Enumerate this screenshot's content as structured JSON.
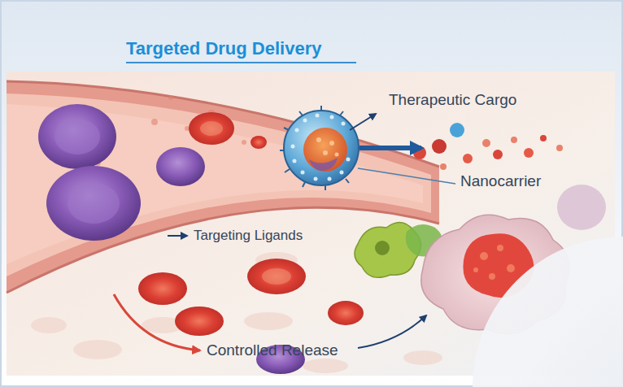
{
  "diagram": {
    "title": "Targeted Drug Delivery",
    "labels": [
      "Therapeutic Cargo",
      "Nanocarrier",
      "Targeting Ligands",
      "Controlled Release"
    ]
  }
}
